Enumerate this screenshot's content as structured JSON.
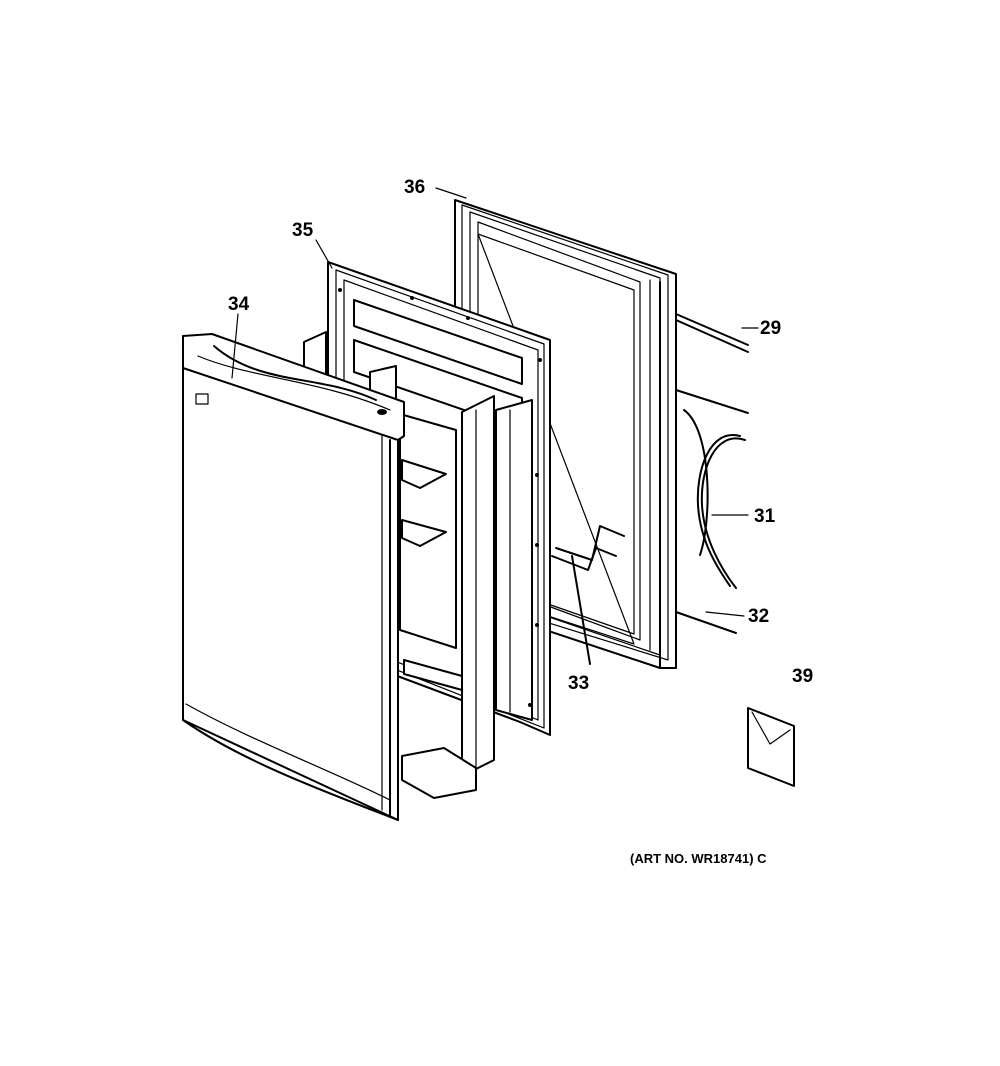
{
  "callouts": {
    "c29": "29",
    "c31": "31",
    "c32": "32",
    "c33": "33",
    "c34": "34",
    "c35": "35",
    "c36": "36",
    "c39": "39"
  },
  "art_number": "(ART NO. WR18741) C",
  "colors": {
    "ink": "#000000",
    "paper": "#ffffff"
  }
}
